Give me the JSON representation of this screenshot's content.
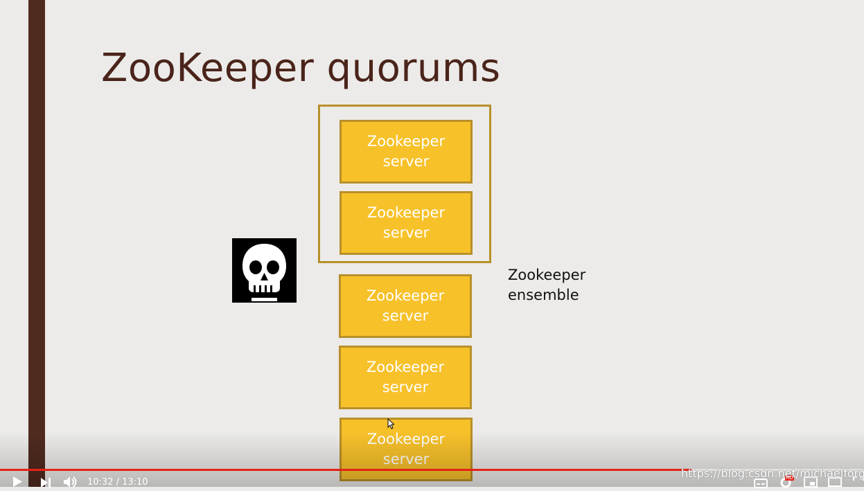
{
  "slide": {
    "title": "ZooKeeper quorums",
    "servers": [
      {
        "line1": "Zookeeper",
        "line2": "server"
      },
      {
        "line1": "Zookeeper",
        "line2": "server"
      },
      {
        "line1": "Zookeeper",
        "line2": "server"
      },
      {
        "line1": "Zookeeper",
        "line2": "server"
      },
      {
        "line1": "Zookeeper",
        "line2": "server"
      }
    ],
    "ensemble_label": {
      "line1": "Zookeeper",
      "line2": "ensemble"
    },
    "icon": "skull-icon"
  },
  "player": {
    "time": "10:32 / 13:10",
    "progress_fraction": 0.8,
    "icons": [
      "play-icon",
      "next-icon",
      "volume-icon",
      "subtitles-icon",
      "settings-icon",
      "miniplayer-icon",
      "theater-icon",
      "fullscreen-icon"
    ],
    "hd_badge": "HD"
  },
  "watermark": "https://blog.csdn.net/michaelforgood",
  "colors": {
    "accent_bar": "#4f2a1f",
    "title": "#4a241a",
    "server_fill": "#f7c12a",
    "server_border": "#b8902a",
    "progress": "#e62117"
  }
}
